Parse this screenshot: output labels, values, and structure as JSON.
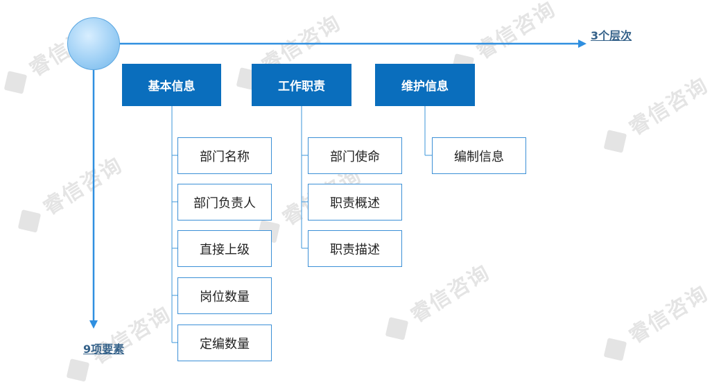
{
  "watermark": {
    "text": "睿信咨询",
    "icon": "logo-diamond-icon"
  },
  "axes": {
    "horizontal_label": "3个层次",
    "vertical_label": "9项要素"
  },
  "categories": [
    {
      "title": "基本信息",
      "items": [
        "部门名称",
        "部门负责人",
        "直接上级",
        "岗位数量",
        "定编数量"
      ]
    },
    {
      "title": "工作职责",
      "items": [
        "部门使命",
        "职责概述",
        "职责描述"
      ]
    },
    {
      "title": "维护信息",
      "items": [
        "编制信息"
      ]
    }
  ],
  "colors": {
    "header": "#0a6ebd",
    "axis": "#2f8fe0",
    "connector": "#5aa6e0",
    "box_border": "#3a8fd6"
  }
}
